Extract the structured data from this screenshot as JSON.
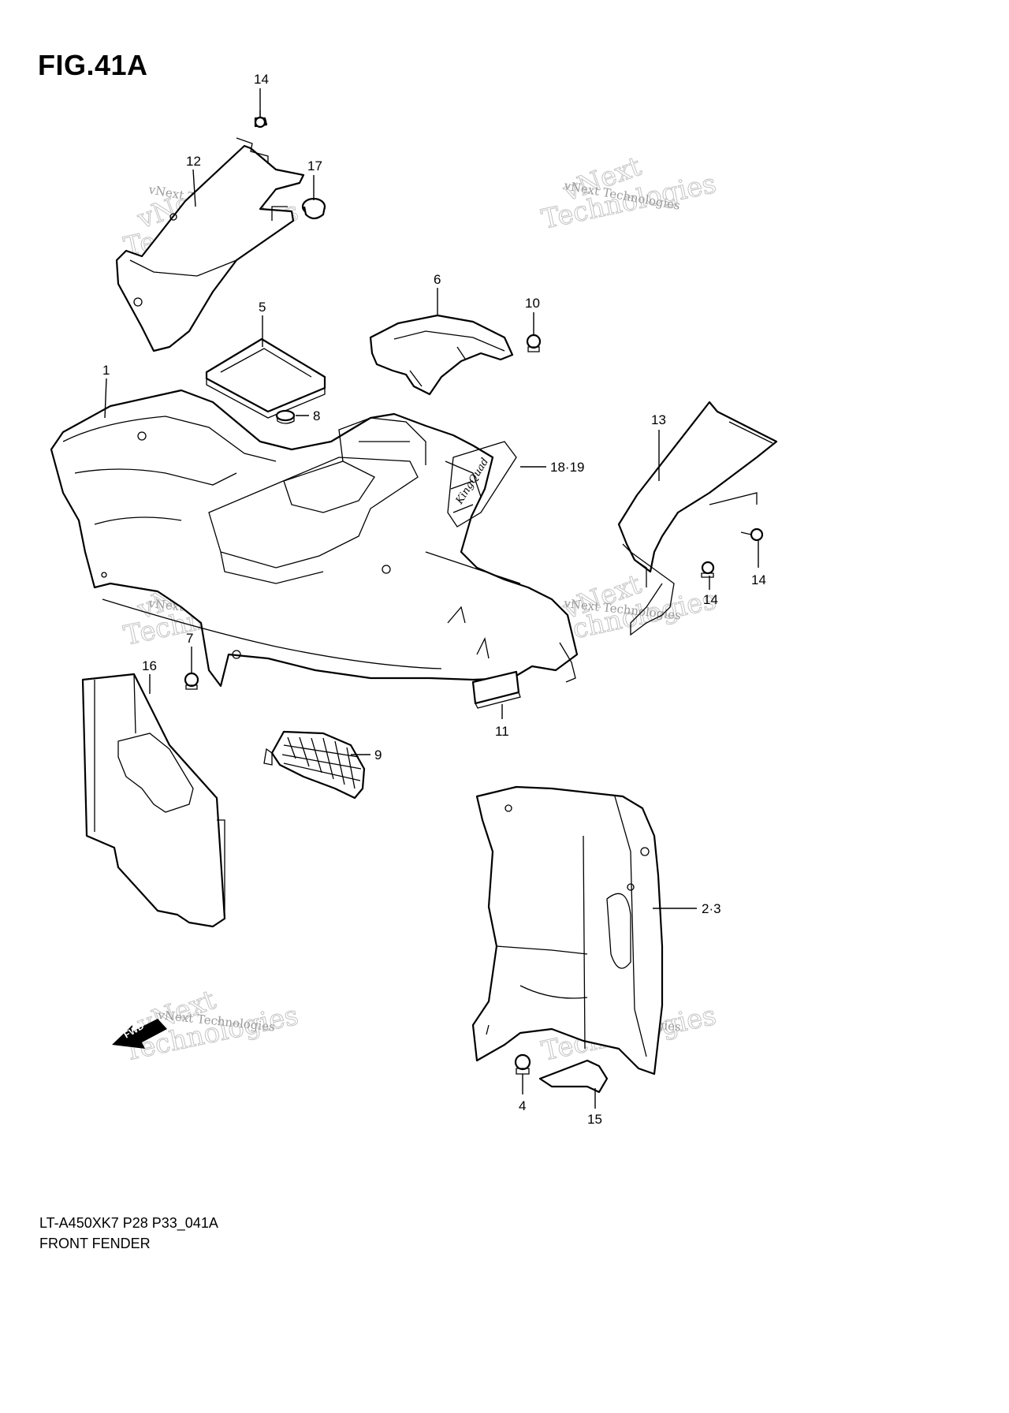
{
  "figure": {
    "title": "FIG.41A"
  },
  "callouts": [
    {
      "id": "c14a",
      "label": "14"
    },
    {
      "id": "c12",
      "label": "12"
    },
    {
      "id": "c17",
      "label": "17"
    },
    {
      "id": "c5",
      "label": "5"
    },
    {
      "id": "c6",
      "label": "6"
    },
    {
      "id": "c10",
      "label": "10"
    },
    {
      "id": "c1",
      "label": "1"
    },
    {
      "id": "c8",
      "label": "8"
    },
    {
      "id": "c13",
      "label": "13"
    },
    {
      "id": "c1819",
      "label": "18·19"
    },
    {
      "id": "c14b",
      "label": "14"
    },
    {
      "id": "c14c",
      "label": "14"
    },
    {
      "id": "c7",
      "label": "7"
    },
    {
      "id": "c16",
      "label": "16"
    },
    {
      "id": "c11",
      "label": "11"
    },
    {
      "id": "c9",
      "label": "9"
    },
    {
      "id": "c23",
      "label": "2·3"
    },
    {
      "id": "c4",
      "label": "4"
    },
    {
      "id": "c15",
      "label": "15"
    }
  ],
  "watermark": {
    "line1": "vNext Technologies",
    "line2": "vNext",
    "line3": "Technologies"
  },
  "fwd_arrow": {
    "label": "FWD"
  },
  "footer": {
    "code": "LT-A450XK7 P28 P33_041A",
    "caption": "FRONT FENDER"
  }
}
